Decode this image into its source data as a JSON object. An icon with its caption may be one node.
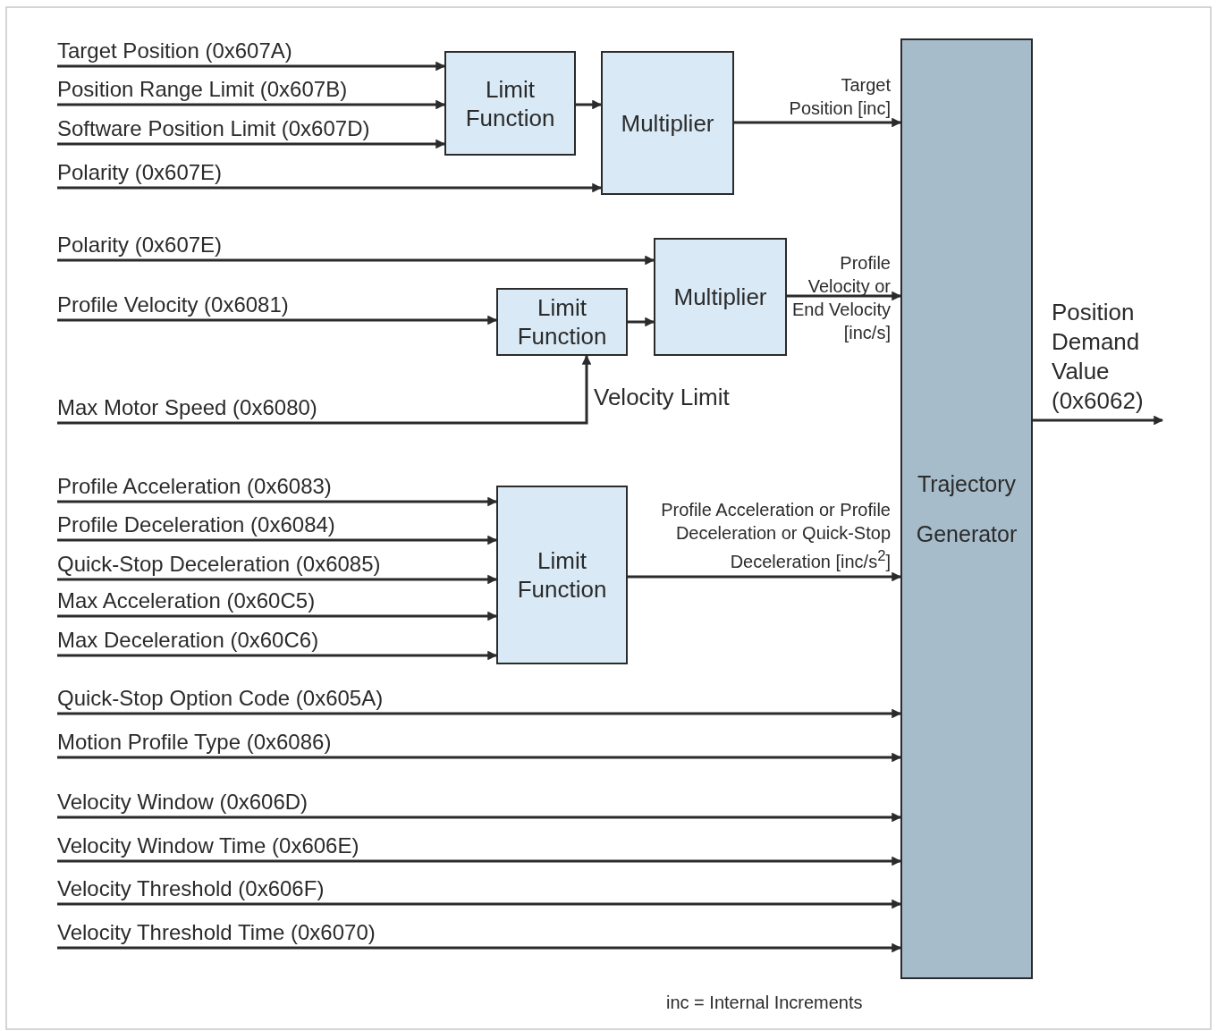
{
  "diagram": {
    "nodes": [
      {
        "text": [
          "Target Position (0x607A)"
        ]
      },
      {
        "text": [
          "Position Range Limit (0x607B)"
        ]
      },
      {
        "text": [
          "Software Position Limit (0x607D)"
        ]
      },
      {
        "text": [
          "Polarity (0x607E)"
        ]
      },
      {
        "text": [
          "Limit Function"
        ]
      },
      {
        "text": [
          "Multiplier"
        ]
      },
      {
        "text": [
          "Polarity (0x607E)"
        ]
      },
      {
        "text": [
          "Profile Velocity (0x6081)"
        ]
      },
      {
        "text": [
          "Max Motor Speed (0x6080)"
        ]
      },
      {
        "text": [
          "Limit Function"
        ]
      },
      {
        "text": [
          "Multiplier"
        ]
      },
      {
        "text": [
          "Profile Acceleration (0x6083)"
        ]
      },
      {
        "text": [
          "Profile Deceleration (0x6084)"
        ]
      },
      {
        "text": [
          "Quick-Stop Deceleration (0x6085)"
        ]
      },
      {
        "text": [
          "Max Acceleration (0x60C5)"
        ]
      },
      {
        "text": [
          "Max Deceleration (0x60C6)"
        ]
      },
      {
        "text": [
          "Limit Function"
        ]
      },
      {
        "text": [
          "Quick-Stop Option Code (0x605A)"
        ]
      },
      {
        "text": [
          "Motion Profile Type (0x6086)"
        ]
      },
      {
        "text": [
          "Velocity Window (0x606D)"
        ]
      },
      {
        "text": [
          "Velocity Window Time (0x606E)"
        ]
      },
      {
        "text": [
          "Velocity Threshold (0x606F)"
        ]
      },
      {
        "text": [
          "Velocity Threshold Time (0x6070)"
        ]
      },
      {
        "text": [
          "Trajectory Generator"
        ]
      }
    ],
    "edges": [
      {
        "from": 0,
        "to": 4,
        "arrow": "to"
      },
      {
        "from": 1,
        "to": 4,
        "arrow": "to"
      },
      {
        "from": 2,
        "to": 4,
        "arrow": "to"
      },
      {
        "from": 4,
        "to": 5,
        "arrow": "to"
      },
      {
        "from": 3,
        "to": 5,
        "arrow": "to"
      },
      {
        "from": 5,
        "to": 23,
        "arrow": "to",
        "label": "Target Position [inc]"
      },
      {
        "from": 6,
        "to": 10,
        "arrow": "to"
      },
      {
        "from": 7,
        "to": 9,
        "arrow": "to"
      },
      {
        "from": 8,
        "to": 9,
        "arrow": "to",
        "label": "Velocity Limit"
      },
      {
        "from": 9,
        "to": 10,
        "arrow": "to"
      },
      {
        "from": 10,
        "to": 23,
        "arrow": "to",
        "label": "Profile Velocity or End Velocity [inc/s]"
      },
      {
        "from": 11,
        "to": 16,
        "arrow": "to"
      },
      {
        "from": 12,
        "to": 16,
        "arrow": "to"
      },
      {
        "from": 13,
        "to": 16,
        "arrow": "to"
      },
      {
        "from": 14,
        "to": 16,
        "arrow": "to"
      },
      {
        "from": 15,
        "to": 16,
        "arrow": "to"
      },
      {
        "from": 16,
        "to": 23,
        "arrow": "to",
        "label": "Profile Acceleration or Profile Deceleration or Quick-Stop Deceleration [inc/s$^{2}$]"
      },
      {
        "from": 17,
        "to": 23,
        "arrow": "to"
      },
      {
        "from": 18,
        "to": 23,
        "arrow": "to"
      },
      {
        "from": 19,
        "to": 23,
        "arrow": "to"
      },
      {
        "from": 20,
        "to": 23,
        "arrow": "to"
      },
      {
        "from": 21,
        "to": 23,
        "arrow": "to"
      },
      {
        "from": 22,
        "to": 23,
        "arrow": "to"
      },
      {
        "from": 23,
        "to": null,
        "arrow": "to",
        "label": "Position Demand Value (0x6062)"
      }
    ],
    "labels": [
      "inc = Internal Increments"
    ]
  }
}
